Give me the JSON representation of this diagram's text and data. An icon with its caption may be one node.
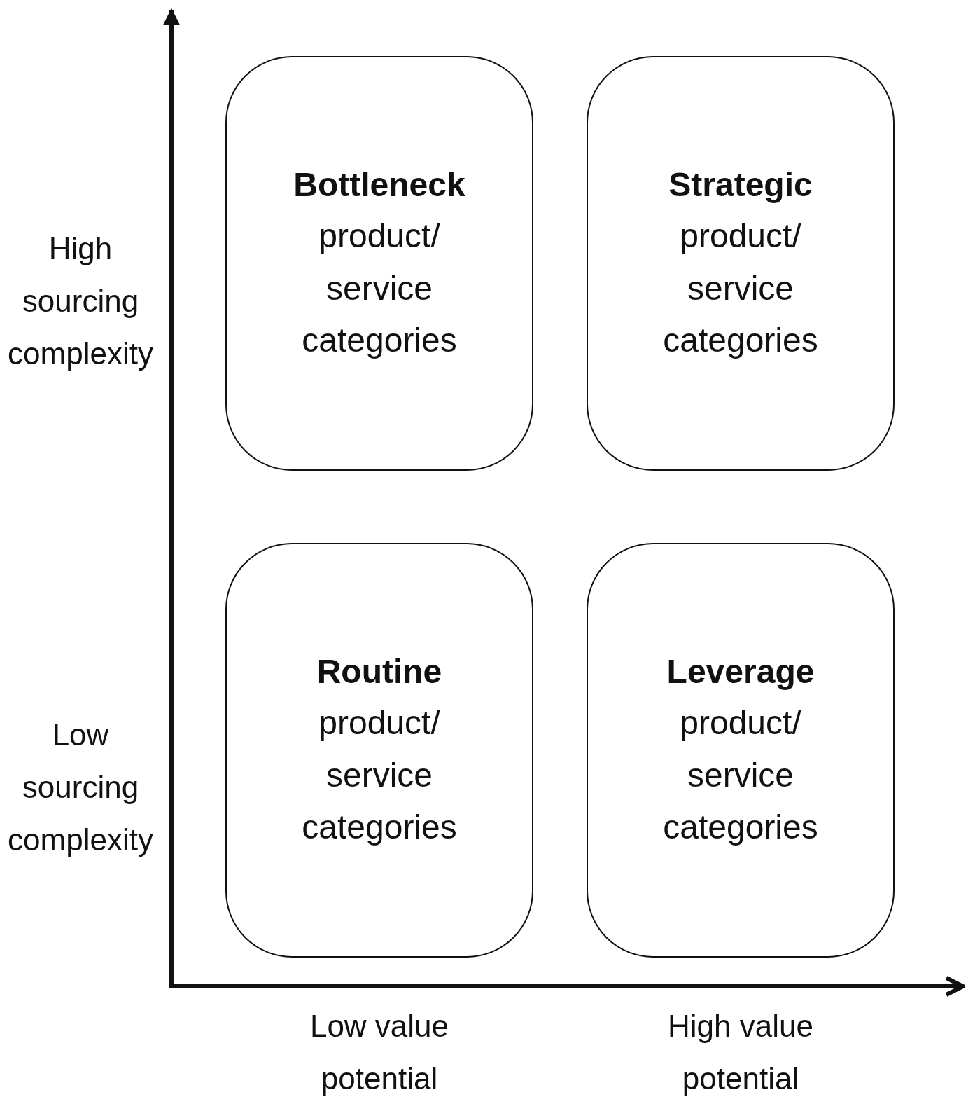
{
  "diagram": {
    "nodes": [
      {
        "text": [
          "Bottleneck",
          "product/ service categories"
        ]
      },
      {
        "text": [
          "Strategic",
          "product/ service categories"
        ]
      },
      {
        "text": [
          "Routine",
          "product/ service categories"
        ]
      },
      {
        "text": [
          "Leverage",
          "product/ service categories"
        ]
      }
    ],
    "labels": [
      "High sourcing complexity",
      "Low sourcing complexity",
      "Low value potential",
      "High value potential"
    ]
  }
}
